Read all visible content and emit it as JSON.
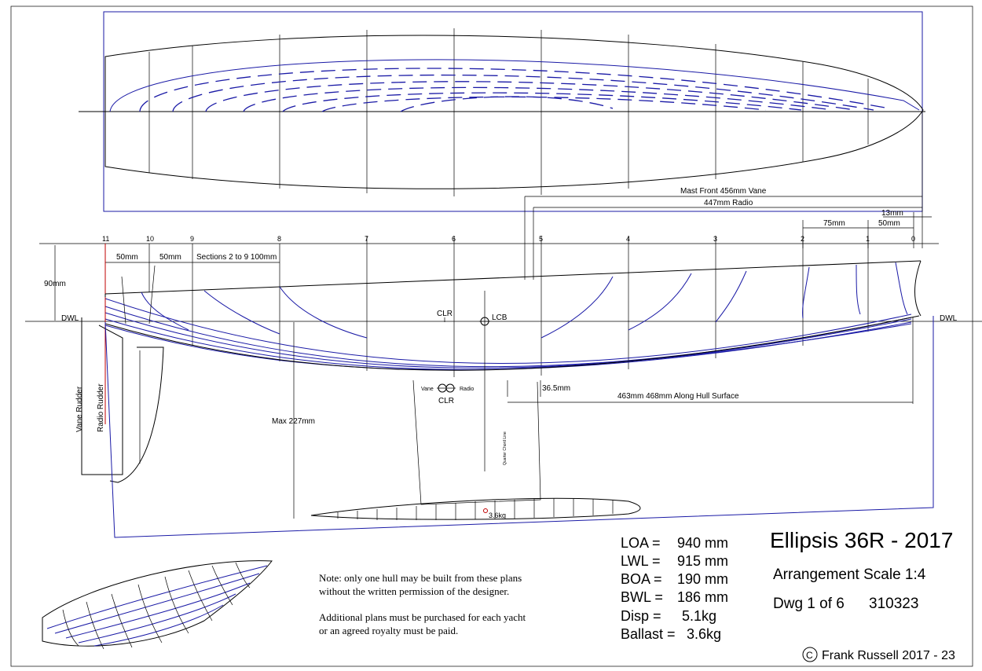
{
  "title": "Ellipsis 36R - 2017",
  "subtitle": "Arrangement Scale 1:4",
  "drawing_no": "Dwg 1 of 6",
  "drawing_code": "310323",
  "copyright_symbol": "C",
  "copyright": "Frank Russell 2017 - 23",
  "specs": [
    {
      "label": "LOA =",
      "value": "940 mm"
    },
    {
      "label": "LWL =",
      "value": "915 mm"
    },
    {
      "label": "BOA =",
      "value": "190 mm"
    },
    {
      "label": "BWL =",
      "value": "186 mm"
    },
    {
      "label": "Disp =",
      "value": "5.1kg"
    },
    {
      "label": "Ballast =",
      "value": "3.6kg"
    }
  ],
  "notes": [
    "Note: only one hull may be built from these plans",
    "without the written permission of the designer.",
    "Additional plans must be purchased for each yacht",
    "or an agreed royalty must be paid."
  ],
  "stations": [
    "11",
    "10",
    "9",
    "8",
    "7",
    "6",
    "5",
    "4",
    "3",
    "2",
    "1",
    "0"
  ],
  "labels": {
    "mast_front": "Mast Front 456mm Vane",
    "radio_447": "447mm Radio",
    "dim_13": "13mm",
    "dim_75": "75mm",
    "dim_50_right": "50mm",
    "dim_50_a": "50mm",
    "dim_50_b": "50mm",
    "sections": "Sections 2 to 9 100mm",
    "dim_90": "90mm",
    "dwl_left": "DWL",
    "dwl_right": "DWL",
    "clr_top": "CLR",
    "lcb": "LCB",
    "vane_small": "Vane",
    "radio_small": "Radio",
    "clr_bottom": "CLR",
    "dim_36": "36.5mm",
    "along_hull": "463mm 468mm Along Hull Surface",
    "max_227": "Max 227mm",
    "vane_rudder": "Vane Rudder",
    "radio_rudder": "Radio Rudder",
    "quarter_chord": "Quarter Chord Line",
    "bulb_weight": "3.6kg"
  }
}
